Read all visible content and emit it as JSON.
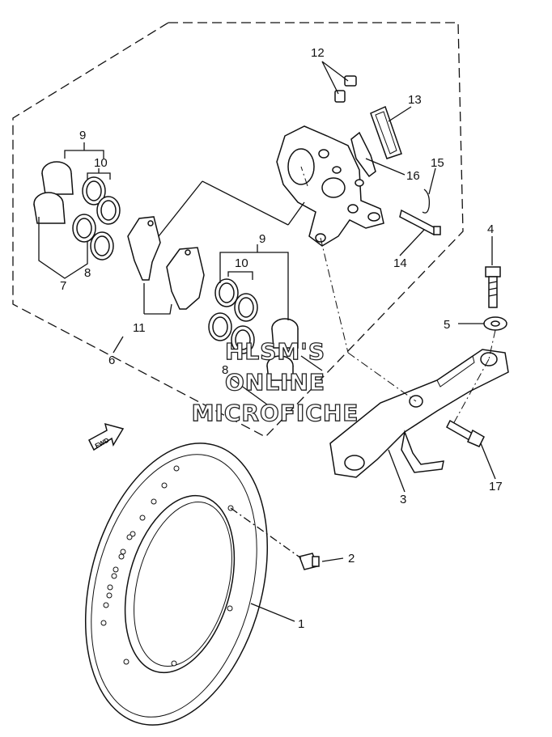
{
  "labels": {
    "l1": "1",
    "l2": "2",
    "l3": "3",
    "l4": "4",
    "l5": "5",
    "l6": "6",
    "l7": "7",
    "l8a": "8",
    "l8b": "8",
    "l9a": "9",
    "l9b": "9",
    "l10a": "10",
    "l10b": "10",
    "l11": "11",
    "l12": "12",
    "l13": "13",
    "l14": "14",
    "l15": "15",
    "l16": "16",
    "l17": "17"
  },
  "fwd_label": "FWD",
  "watermark": {
    "line1": "HLSM'S",
    "line2": "ONLINE",
    "line3": "MICROFICHE"
  }
}
